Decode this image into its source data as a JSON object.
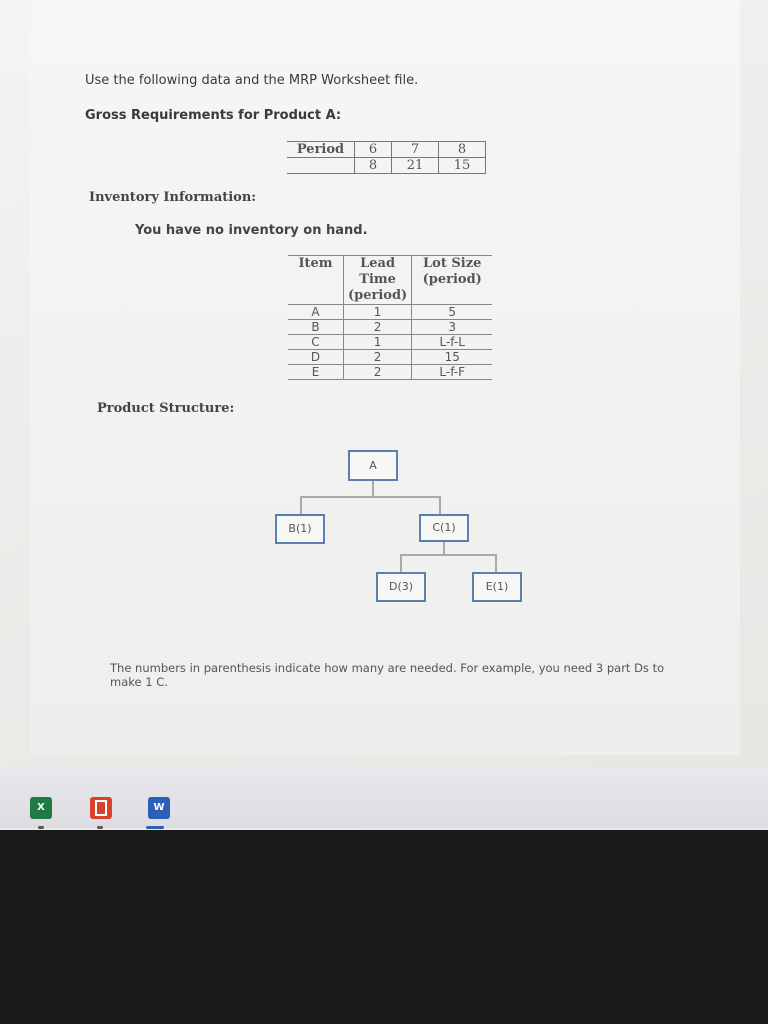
{
  "intro": "Use the following data and the MRP Worksheet file.",
  "gross": {
    "heading": "Gross Requirements for Product A:",
    "period_label": "Period",
    "periods": [
      "6",
      "7",
      "8"
    ],
    "values": [
      "8",
      "21",
      "15"
    ]
  },
  "inventory": {
    "heading": "Inventory Information:",
    "no_inventory": "You have no inventory on hand.",
    "columns": [
      "Item",
      "Lead Time (period)",
      "Lot Size (period)"
    ],
    "rows": [
      [
        "A",
        "1",
        "5"
      ],
      [
        "B",
        "2",
        "3"
      ],
      [
        "C",
        "1",
        "L-f-L"
      ],
      [
        "D",
        "2",
        "15"
      ],
      [
        "E",
        "2",
        "L-f-F"
      ]
    ]
  },
  "structure": {
    "heading": "Product Structure:",
    "nodes": {
      "a": "A",
      "b": "B(1)",
      "c": "C(1)",
      "d": "D(3)",
      "e": "E(1)"
    },
    "note": "The numbers in parenthesis indicate how many are needed. For example, you need 3 part Ds to make 1 C."
  },
  "taskbar": {
    "excel_icon": "excel-icon",
    "office_icon": "office-icon",
    "word_icon": "word-icon",
    "excel_letter": "X",
    "word_letter": "W",
    "colors": {
      "excel": "#1f7a44",
      "office": "#d8412a",
      "word": "#2b5fb8",
      "accent": "#5b7fb0"
    }
  }
}
